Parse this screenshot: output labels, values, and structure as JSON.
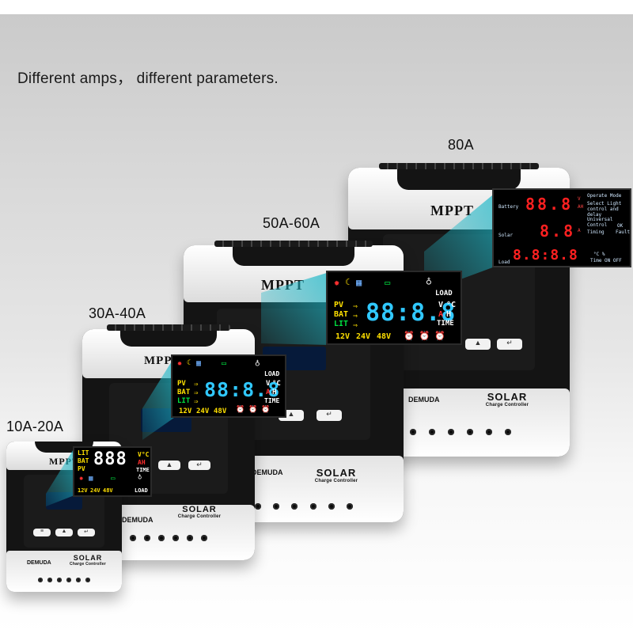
{
  "headline": "Different amps， different parameters.",
  "sizes": [
    "80A",
    "50A-60A",
    "30A-40A",
    "10A-20A"
  ],
  "model": "MPPT",
  "brand": "DEMUDA",
  "product": "SOLAR",
  "product_sub": "Charge Controller",
  "lcd_blue": {
    "left_labels": [
      "PV",
      "BAT",
      "LIT"
    ],
    "digits": "88:8.8",
    "right_labels": [
      "V",
      "°C",
      "A",
      "H",
      "TIME"
    ],
    "load": "LOAD",
    "voltages": [
      "12V",
      "24V",
      "48V"
    ]
  },
  "lcd_small": {
    "left_labels": [
      "LIT",
      "BAT",
      "PV"
    ],
    "digits": "888",
    "right_top": "V°C",
    "right_mid": "AH",
    "time": "TIME",
    "load": "LOAD",
    "voltages": [
      "12V",
      "24V",
      "48V"
    ]
  },
  "lcd_red": {
    "rows": [
      {
        "label": "Battery",
        "digits": "88.8",
        "unit_top": "V",
        "unit_bot": "AH"
      },
      {
        "label": "Solar",
        "digits": "8.8",
        "unit_top": "A",
        "unit_bot": ""
      },
      {
        "label": "Load",
        "digits": "8.8:8.8",
        "unit_top": "°C %",
        "unit_bot": "Time ON OFF"
      }
    ],
    "notes": [
      "Operate Mode",
      "Select Light control and delay",
      "Universal Control",
      "OK",
      "Timing",
      "Fault"
    ]
  },
  "colors": {
    "yellow": "#ffe000",
    "green": "#00e040",
    "cyan": "#30c8ff",
    "red": "#ff2020",
    "beam": "#1fb8c8"
  }
}
